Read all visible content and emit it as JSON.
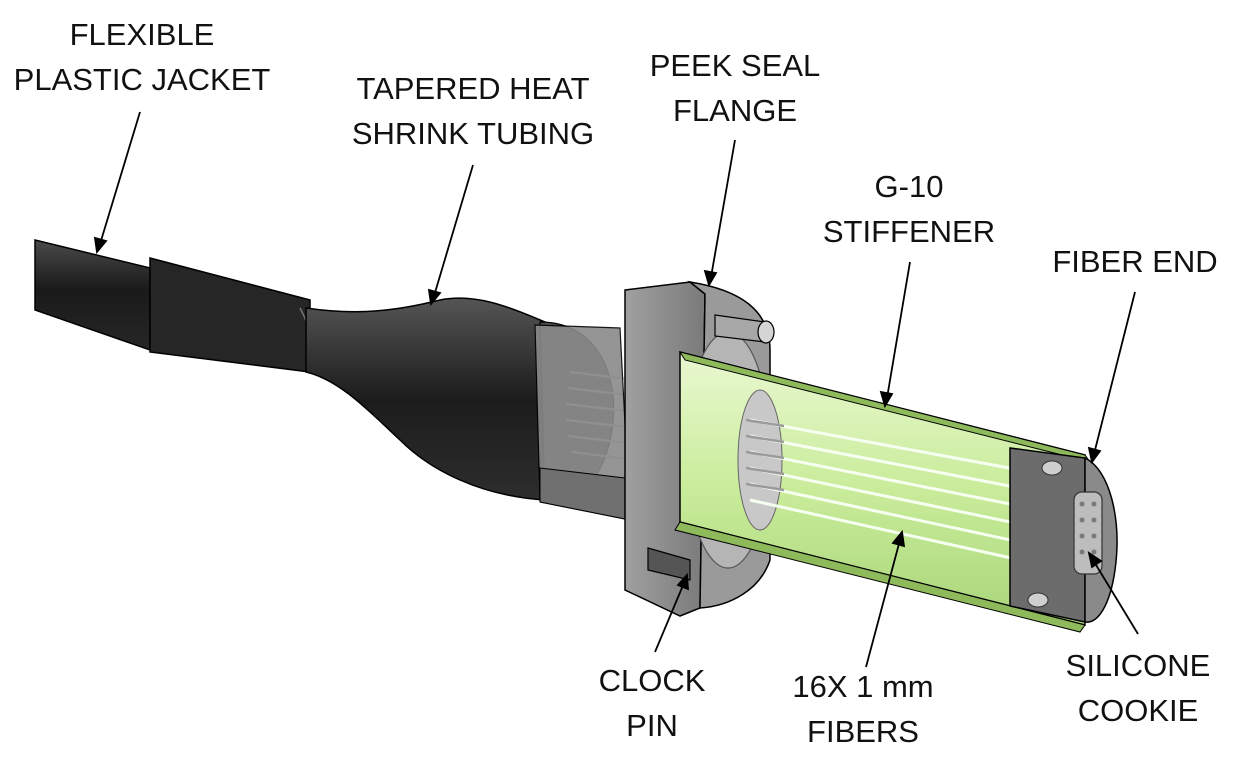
{
  "labels": {
    "jacket": {
      "line1": "FLEXIBLE",
      "line2": "PLASTIC JACKET"
    },
    "heatshrink": {
      "line1": "TAPERED HEAT",
      "line2": "SHRINK TUBING"
    },
    "flange": {
      "line1": "PEEK SEAL",
      "line2": "FLANGE"
    },
    "stiffener": {
      "line1": "G-10",
      "line2": "STIFFENER"
    },
    "fiberend": {
      "line1": "FIBER END"
    },
    "clockpin": {
      "line1": "CLOCK",
      "line2": "PIN"
    },
    "fibers": {
      "line1": "16X 1 mm",
      "line2": "FIBERS"
    },
    "cookie": {
      "line1": "SILICONE",
      "line2": "COOKIE"
    }
  },
  "colors": {
    "jacket": "#1e1e1e",
    "flange": "#8c8c8c",
    "stiffener": "#cfe8a8",
    "fiber_glow": "#d9f5b0",
    "end_cap": "#6e6e6e",
    "leader": "#000000"
  }
}
